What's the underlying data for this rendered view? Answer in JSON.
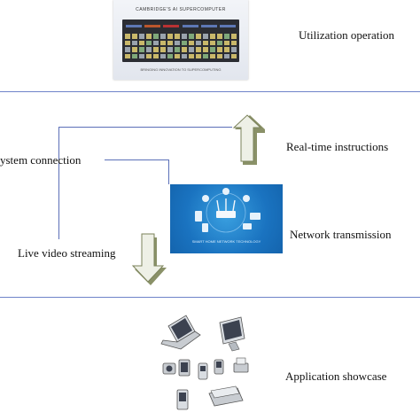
{
  "labels": {
    "utilization_operation": "Utilization operation",
    "system_connection": "ystem connection",
    "real_time_instructions": "Real-time instructions",
    "network_transmission": "Network transmission",
    "live_video_streaming": "Live video streaming",
    "application_showcase": "Application showcase"
  },
  "supercomputer_image": {
    "title": "CAMBRIDGE'S AI SUPERCOMPUTER",
    "footer": "BRINGING INNOVATION TO SUPERCOMPUTING"
  },
  "network_image": {
    "footer": "SMART HOME NETWORK TECHNOLOGY"
  },
  "colors": {
    "divider": "#6f83c9",
    "connector": "#5b6fb8",
    "arrow_face": "#e8ebe0",
    "arrow_side": "#8a9168",
    "network_bg": "#1a73c0"
  },
  "icons": [
    "laptop-icon",
    "monitor-icon",
    "camera-icon",
    "tablet-icon",
    "phone-icon",
    "mobile-device-icon",
    "printer-icon",
    "pda-icon",
    "scanner-icon"
  ]
}
